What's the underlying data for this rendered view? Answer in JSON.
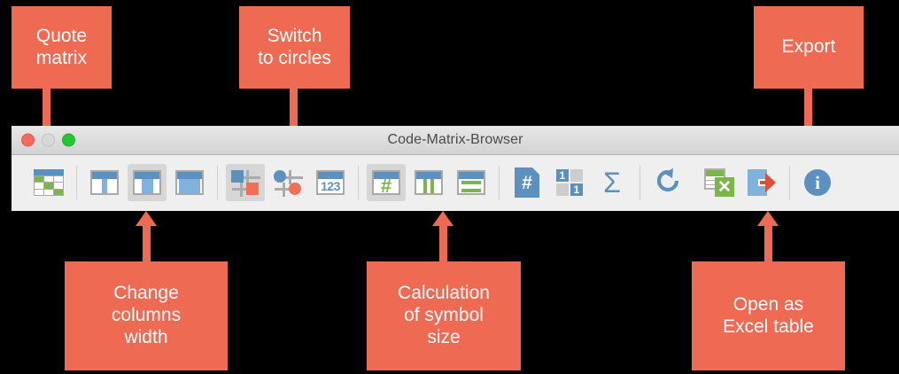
{
  "background_color": "#000000",
  "accent_color": "#ef6a52",
  "window": {
    "title": "Code-Matrix-Browser",
    "controls": {
      "close": "close-button",
      "minimize": "minimize-button",
      "maximize": "maximize-button"
    },
    "toolbar": {
      "items": [
        {
          "name": "quote-matrix",
          "label": "Quote matrix",
          "selected": false
        },
        {
          "name": "columns-narrow",
          "label": "Narrow columns",
          "selected": false
        },
        {
          "name": "columns-medium",
          "label": "Medium columns",
          "selected": true
        },
        {
          "name": "columns-wide",
          "label": "Wide columns",
          "selected": false
        },
        {
          "name": "symbols-squares",
          "label": "Squares",
          "selected": true
        },
        {
          "name": "symbols-circles",
          "label": "Circles",
          "selected": false
        },
        {
          "name": "numbers-123",
          "label": "Numbers",
          "selected": false
        },
        {
          "name": "size-both",
          "label": "Size by rows and columns",
          "selected": true
        },
        {
          "name": "size-columns",
          "label": "Size by columns",
          "selected": false
        },
        {
          "name": "size-rows",
          "label": "Size by rows",
          "selected": false
        },
        {
          "name": "hash-frequency",
          "label": "Frequencies",
          "selected": false
        },
        {
          "name": "binary-values",
          "label": "Binary values",
          "selected": false
        },
        {
          "name": "sum",
          "label": "Sum",
          "selected": false
        },
        {
          "name": "refresh",
          "label": "Refresh",
          "selected": false
        },
        {
          "name": "open-excel",
          "label": "Open as Excel table",
          "selected": false
        },
        {
          "name": "export",
          "label": "Export",
          "selected": false
        },
        {
          "name": "info",
          "label": "Info",
          "selected": false
        }
      ],
      "glyphs": {
        "numbers": "123",
        "hash": "#",
        "page_hash": "#",
        "quad_one_a": "1",
        "quad_one_b": "1",
        "sigma": "Σ",
        "excel_x": "✕",
        "info": "i"
      }
    }
  },
  "callouts": [
    {
      "name": "callout-quote-matrix",
      "text": "Quote\nmatrix",
      "line1": "Quote",
      "line2": "matrix",
      "line3": ""
    },
    {
      "name": "callout-switch-circles",
      "text": "Switch\nto circles",
      "line1": "Switch",
      "line2": "to circles",
      "line3": ""
    },
    {
      "name": "callout-export",
      "text": "Export",
      "line1": "Export",
      "line2": "",
      "line3": ""
    },
    {
      "name": "callout-columns-width",
      "text": "Change\ncolumns\nwidth",
      "line1": "Change",
      "line2": "columns",
      "line3": "width"
    },
    {
      "name": "callout-symbol-size",
      "text": "Calculation\nof symbol\nsize",
      "line1": "Calculation",
      "line2": "of symbol",
      "line3": "size"
    },
    {
      "name": "callout-open-excel",
      "text": "Open as\nExcel table",
      "line1": "Open as",
      "line2": "Excel table",
      "line3": ""
    }
  ]
}
